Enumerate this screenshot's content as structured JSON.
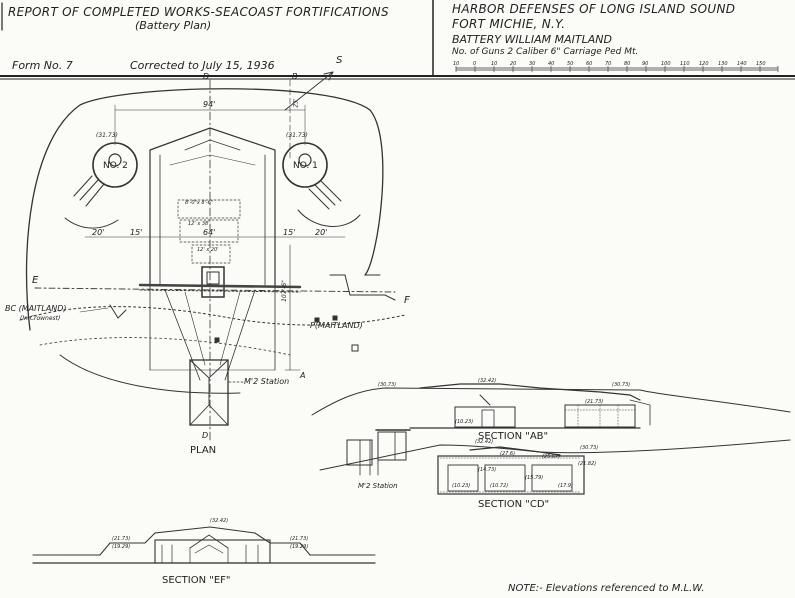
{
  "header": {
    "left_title": "REPORT OF COMPLETED WORKS-SEACOAST FORTIFICATIONS",
    "left_subtitle": "(Battery Plan)",
    "right_title": "HARBOR DEFENSES OF LONG ISLAND SOUND",
    "fort": "FORT MICHIE, N.Y.",
    "battery": "BATTERY WILLIAM MAITLAND",
    "guns_line": "No. of Guns 2   Caliber 6\"   Carriage Ped Mt.",
    "scale_ticks": [
      "10",
      "0",
      "10",
      "20",
      "30",
      "40",
      "50",
      "60",
      "70",
      "80",
      "90",
      "100",
      "110",
      "120",
      "130",
      "140",
      "150"
    ]
  },
  "form": {
    "form_no": "Form No. 7",
    "corrected": "Corrected to July 15, 1936"
  },
  "plan": {
    "section_letters": {
      "d_top": "D",
      "b_top": "B",
      "s_north": "S",
      "d_bottom": "D",
      "a_right": "A",
      "e_left": "E",
      "f_right": "F"
    },
    "gun2": "NO. 2",
    "gun1": "NO. 1",
    "elev_gun2": "(31.73)",
    "elev_gun1": "(31.73)",
    "dim_94": "94'",
    "dim_20l": "20'",
    "dim_15l": "15'",
    "dim_64": "64'",
    "dim_15r": "15'",
    "dim_20r": "20'",
    "dim_23": "23'",
    "dim_107": "107'-6\"",
    "room_a": "8'-0\"x 8'-6\"",
    "room_b": "12' x 38'",
    "room_c": "12' x 20'",
    "bc_label": "BC (MAITLAND)",
    "bc_sub": "(In Crownest)",
    "p_label": "P(MAITLAND)",
    "m_station": "M'2 Station",
    "plan_title": "PLAN"
  },
  "section_ab": {
    "title": "SECTION \"AB\"",
    "elevs": [
      "(30.73)",
      "(32.42)",
      "(30.73)",
      "(21.73)",
      "(10.23)"
    ]
  },
  "section_cd": {
    "title": "SECTION \"CD\"",
    "m_station": "M'2 Station",
    "elevs": [
      "(32.42)",
      "(30.73)",
      "(21.82)",
      "(27.6)",
      "(25.67)",
      "(14.73)",
      "(15.79)",
      "(10.23)",
      "(10.72)",
      "(17.9)"
    ]
  },
  "section_ef": {
    "title": "SECTION \"EF\"",
    "elevs": [
      "(32.42)",
      "(21.73)",
      "(21.73)",
      "(19.29)",
      "(19.29)"
    ]
  },
  "note": "NOTE:- Elevations referenced to M.L.W."
}
